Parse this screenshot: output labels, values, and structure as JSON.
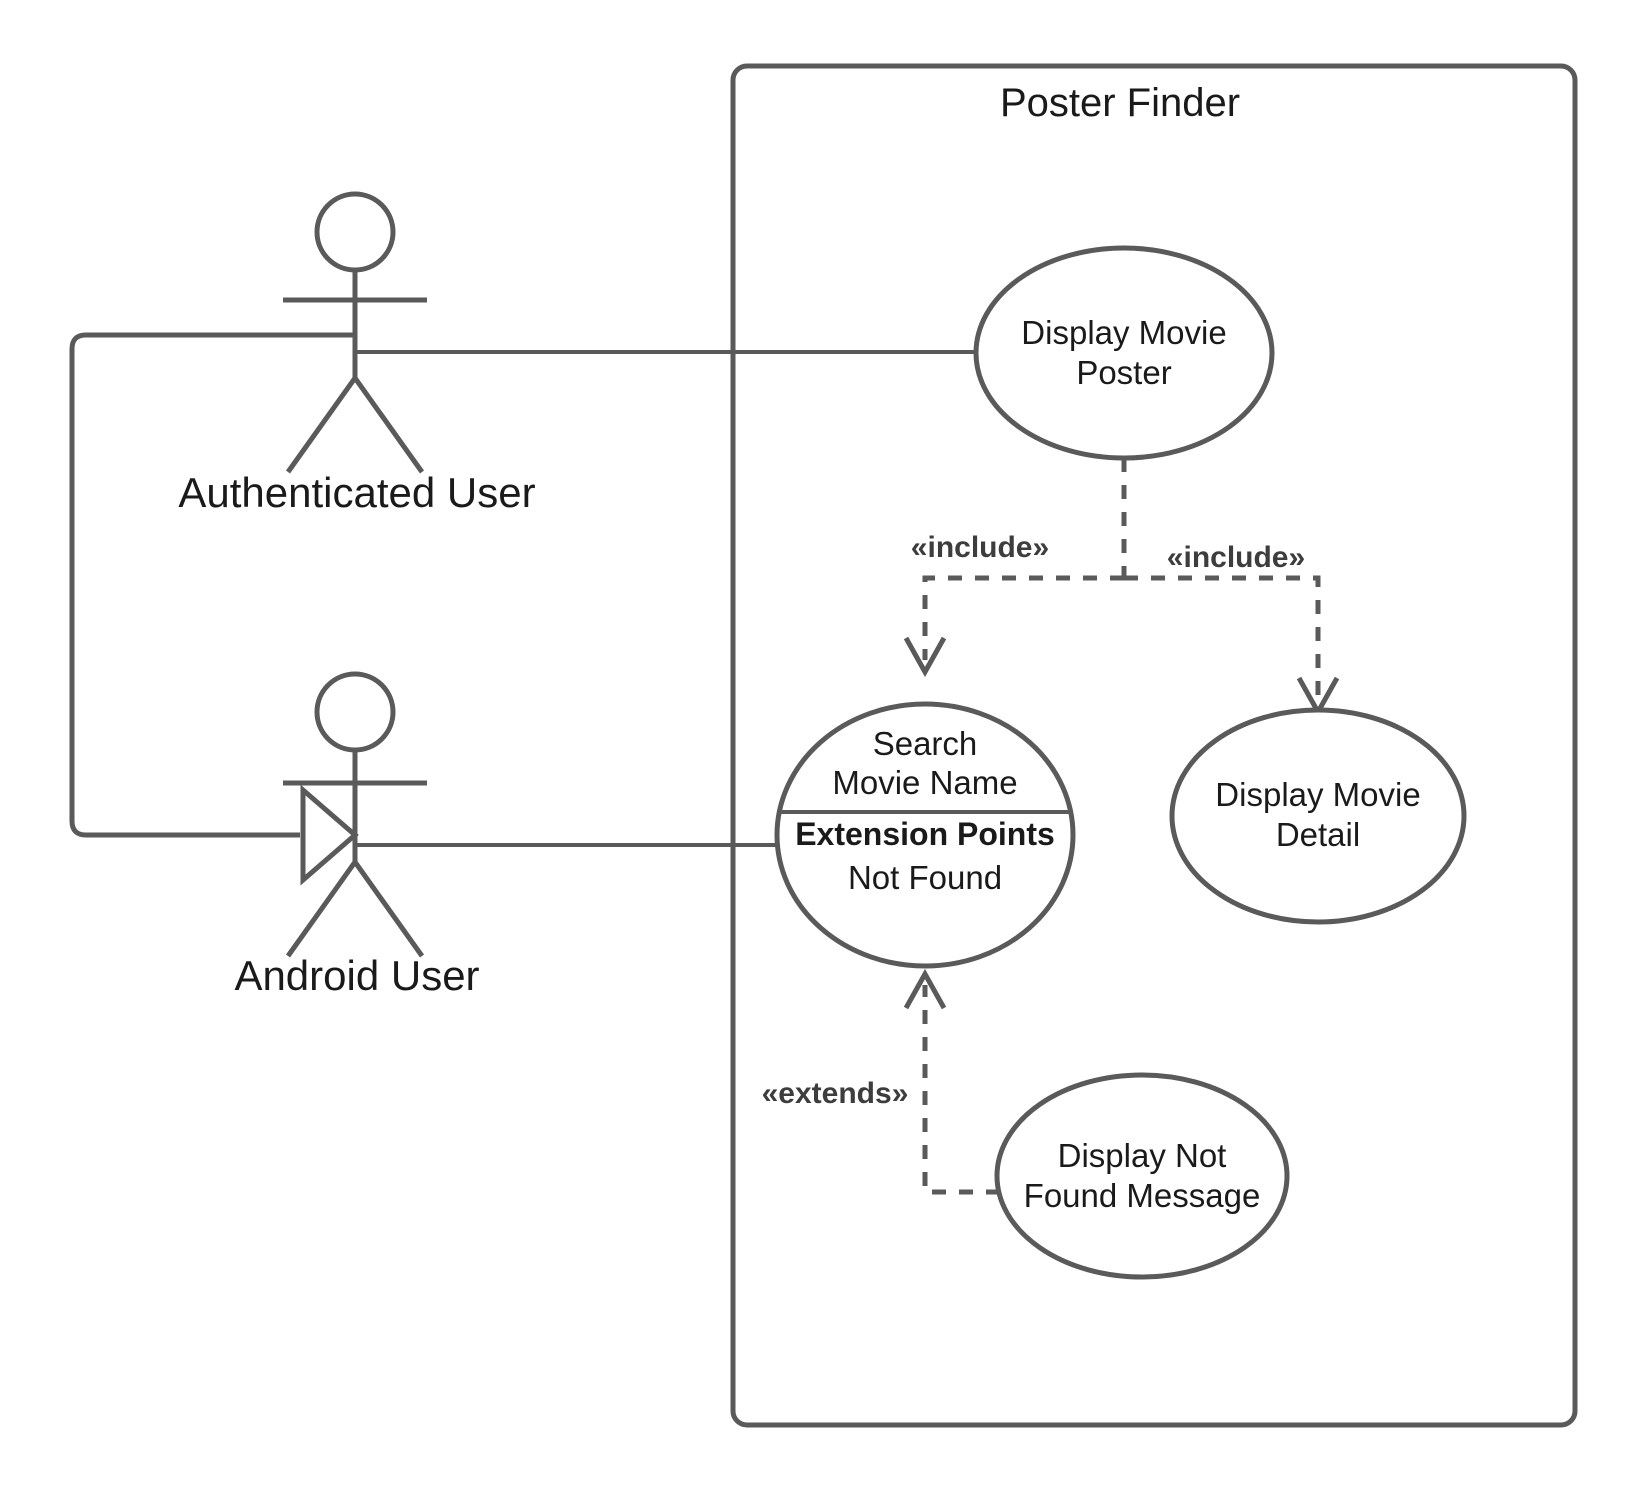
{
  "diagram": {
    "type": "uml-use-case-diagram",
    "boundary": {
      "title": "Poster Finder"
    },
    "actors": [
      {
        "id": "authenticated-user",
        "label": "Authenticated User"
      },
      {
        "id": "android-user",
        "label": "Android User"
      }
    ],
    "use_cases": [
      {
        "id": "display-movie-poster",
        "line1": "Display Movie",
        "line2": "Poster"
      },
      {
        "id": "search-movie-name",
        "line1": "Search",
        "line2": "Movie Name",
        "extension_header": "Extension Points",
        "extension_point": "Not Found"
      },
      {
        "id": "display-movie-detail",
        "line1": "Display Movie",
        "line2": "Detail"
      },
      {
        "id": "display-not-found-message",
        "line1": "Display Not",
        "line2": "Found Message"
      }
    ],
    "relationships": [
      {
        "id": "include-search",
        "stereotype": "«include»"
      },
      {
        "id": "include-detail",
        "stereotype": "«include»"
      },
      {
        "id": "extends-not-found",
        "stereotype": "«extends»"
      }
    ],
    "colors": {
      "stroke": "#5a5a5a",
      "text": "#1a1a1a",
      "background": "#ffffff"
    }
  }
}
